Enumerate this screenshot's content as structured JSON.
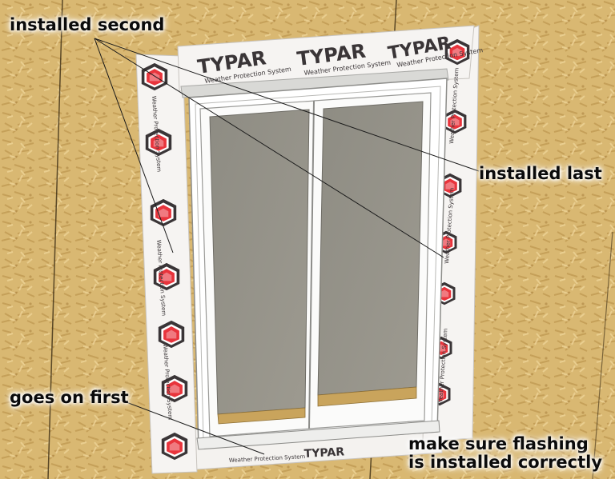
{
  "labels": {
    "installed_second": "installed second",
    "installed_last": "installed last",
    "goes_on_first": "goes on first",
    "note_line1": "make sure flashing",
    "note_line2": "is installed correctly"
  },
  "flashing_brand": {
    "logo_text": "TYPAR",
    "tagline": "Weather Protection System"
  },
  "colors": {
    "osb": "#d8b468",
    "osb_dark": "#c59a48",
    "flashing": "#f6f4f2",
    "logo_red": "#e8343c",
    "logo_dark": "#3a3537",
    "frame": "#ffffff",
    "glass": "#8f8d84",
    "sill_wood": "#c9a45c",
    "leader": "#1a1a1a"
  },
  "icons": [
    "typar-logo-icon"
  ]
}
